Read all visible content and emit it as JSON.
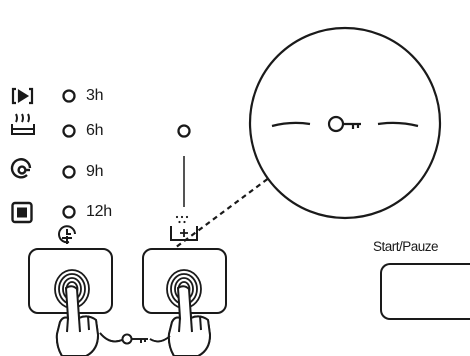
{
  "delay_options": [
    {
      "icon": "program-play-icon",
      "label": "3h"
    },
    {
      "icon": "steam-icon",
      "label": "6h"
    },
    {
      "icon": "spiral-icon",
      "label": "9h"
    },
    {
      "icon": "square-stop-icon",
      "label": "12h"
    }
  ],
  "buttons": {
    "start_pause_label": "Start/Pauze"
  },
  "zoom_callout": {
    "icon": "key-icon"
  },
  "gesture": {
    "left_hand": "touch-hand-icon",
    "right_hand": "touch-hand-icon",
    "connector": "key-icon"
  }
}
